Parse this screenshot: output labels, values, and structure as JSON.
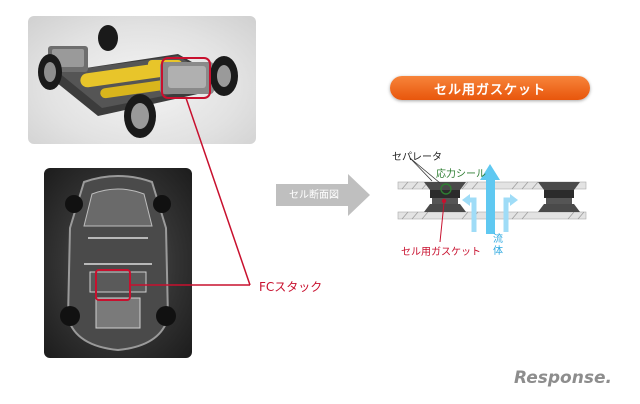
{
  "title": "セル用ガスケット",
  "arrow_label": "セル断面図",
  "fc_label": "FCスタック",
  "diagram_labels": {
    "separator": "セパレータ",
    "stress_seal": "応力シール",
    "cell_gasket": "セル用ガスケット",
    "fluid": "流体"
  },
  "watermark": "Response.",
  "colors": {
    "title_bg": "#ef6a1e",
    "callout_red": "#c8102e",
    "fluid_blue": "#2aa7e0",
    "seal_green": "#2e7d32"
  }
}
